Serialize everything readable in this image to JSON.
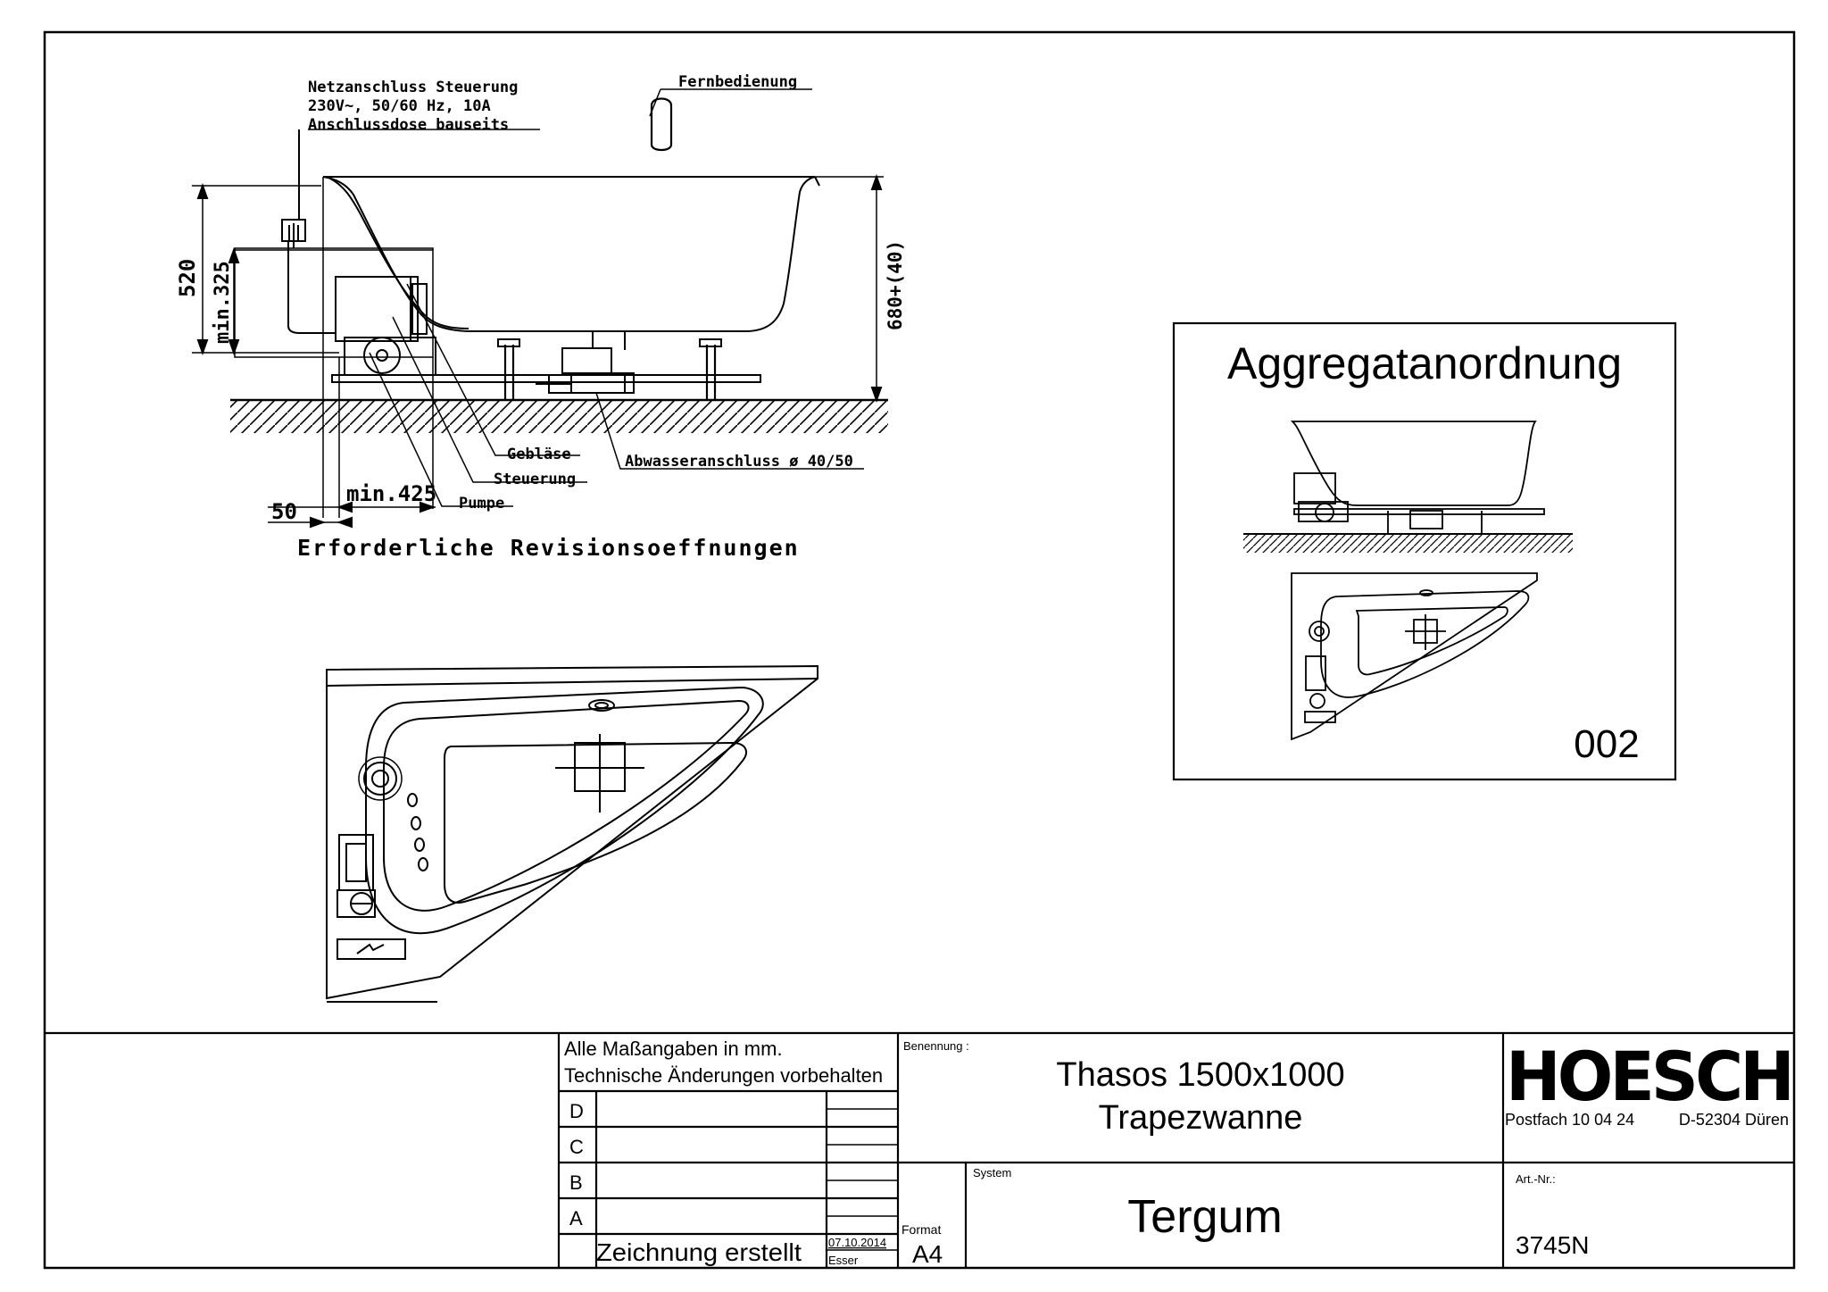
{
  "drawing": {
    "labels": {
      "netzanschluss": "Netzanschluss Steuerung",
      "spannung": "230V~, 50/60 Hz, 10A",
      "anschlussdose": "Anschlussdose bauseits",
      "fernbedienung": "Fernbedienung",
      "geblaese": "Gebläse",
      "steuerung": "Steuerung",
      "pumpe": "Pumpe",
      "abwasser": "Abwasseranschluss ø 40/50",
      "revision": "Erforderliche Revisionsoeffnungen"
    },
    "dimensions": {
      "height_520": "520",
      "min_325": "min.325",
      "height_680": "680+(40)",
      "min_425": "min.425",
      "width_50": "50"
    }
  },
  "inset": {
    "title": "Aggregatanordnung",
    "code": "002"
  },
  "title_block": {
    "note_1": "Alle Maßangaben in mm.",
    "note_2": "Technische Änderungen vorbehalten",
    "revisions": [
      "D",
      "C",
      "B",
      "A"
    ],
    "created_label": "Zeichnung erstellt",
    "date": "07.10.2014",
    "author": "Esser",
    "benennung_label": "Benennung :",
    "name_line1": "Thasos 1500x1000",
    "name_line2": "Trapezwanne",
    "format_label": "Format",
    "format": "A4",
    "system_label": "System",
    "system": "Tergum",
    "brand": "HOESCH",
    "address_1": "Postfach 10 04 24",
    "address_2": "D-52304 Düren",
    "artnr_label": "Art.-Nr.:",
    "artnr": "3745N"
  }
}
